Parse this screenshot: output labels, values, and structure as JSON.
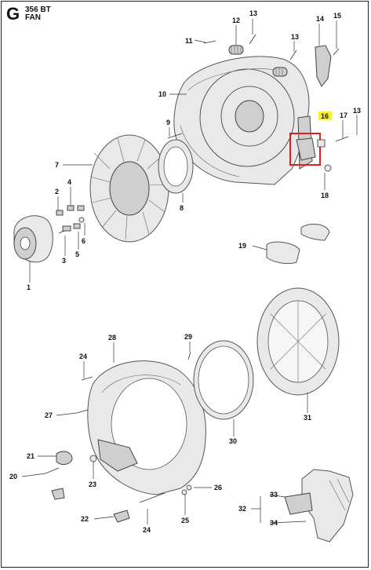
{
  "header": {
    "section_letter": "G",
    "model": "356 BT",
    "section": "FAN"
  },
  "highlight": {
    "part": "16",
    "color": "#e02020",
    "label_bg": "#f5ef3a"
  },
  "labels": [
    {
      "id": "13a",
      "text": "13"
    },
    {
      "id": "12",
      "text": "12"
    },
    {
      "id": "14",
      "text": "14"
    },
    {
      "id": "15",
      "text": "15"
    },
    {
      "id": "11",
      "text": "11"
    },
    {
      "id": "13b",
      "text": "13"
    },
    {
      "id": "10",
      "text": "10"
    },
    {
      "id": "16",
      "text": "16"
    },
    {
      "id": "17",
      "text": "17"
    },
    {
      "id": "13c",
      "text": "13"
    },
    {
      "id": "9",
      "text": "9"
    },
    {
      "id": "7",
      "text": "7"
    },
    {
      "id": "18",
      "text": "18"
    },
    {
      "id": "4",
      "text": "4"
    },
    {
      "id": "2",
      "text": "2"
    },
    {
      "id": "8",
      "text": "8"
    },
    {
      "id": "6",
      "text": "6"
    },
    {
      "id": "19",
      "text": "19"
    },
    {
      "id": "5",
      "text": "5"
    },
    {
      "id": "3",
      "text": "3"
    },
    {
      "id": "1",
      "text": "1"
    },
    {
      "id": "28",
      "text": "28"
    },
    {
      "id": "29",
      "text": "29"
    },
    {
      "id": "24a",
      "text": "24"
    },
    {
      "id": "27",
      "text": "27"
    },
    {
      "id": "31",
      "text": "31"
    },
    {
      "id": "30",
      "text": "30"
    },
    {
      "id": "21",
      "text": "21"
    },
    {
      "id": "20",
      "text": "20"
    },
    {
      "id": "23",
      "text": "23"
    },
    {
      "id": "26",
      "text": "26"
    },
    {
      "id": "33",
      "text": "33"
    },
    {
      "id": "32",
      "text": "32"
    },
    {
      "id": "22",
      "text": "22"
    },
    {
      "id": "24b",
      "text": "24"
    },
    {
      "id": "25",
      "text": "25"
    },
    {
      "id": "34",
      "text": "34"
    }
  ]
}
